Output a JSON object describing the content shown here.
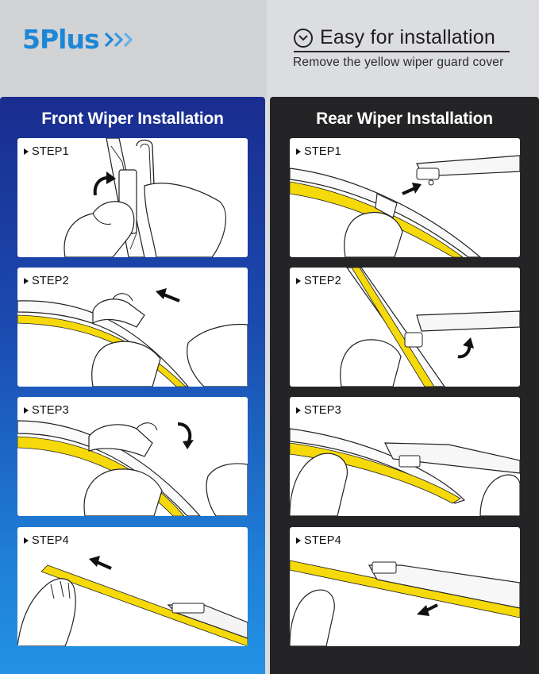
{
  "header": {
    "brand": "5Plus",
    "headline": "Easy for installation",
    "subline": "Remove the yellow wiper guard cover"
  },
  "colors": {
    "brand_blue": "#1c87d6",
    "wiper_yellow": "#f5d90a",
    "front_panel_top": "#1a2c8f",
    "front_panel_bottom": "#2392e4",
    "rear_panel": "#242426"
  },
  "front": {
    "title": "Front Wiper Installation",
    "steps": [
      {
        "label": "STEP1",
        "arrow": "curved-up"
      },
      {
        "label": "STEP2",
        "arrow": "left"
      },
      {
        "label": "STEP3",
        "arrow": "curved-down"
      },
      {
        "label": "STEP4",
        "arrow": "up-left"
      }
    ]
  },
  "rear": {
    "title": "Rear Wiper Installation",
    "steps": [
      {
        "label": "STEP1",
        "arrow": "up-right"
      },
      {
        "label": "STEP2",
        "arrow": "curved-up"
      },
      {
        "label": "STEP3",
        "arrow": "none"
      },
      {
        "label": "STEP4",
        "arrow": "down-left"
      }
    ]
  }
}
